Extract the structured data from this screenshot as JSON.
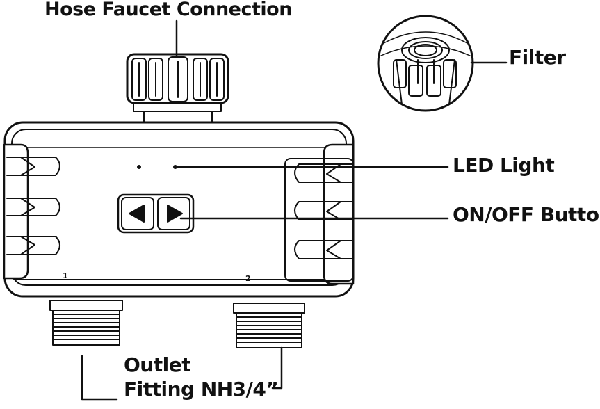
{
  "labels": {
    "hose_faucet_connection": "Hose Faucet Connection",
    "filter": "Filter",
    "led_light": "LED Light",
    "on_off_button": "ON/OFF Button",
    "outlet_line1": "Outlet",
    "outlet_line2": "Fitting NH3/4”"
  },
  "ports": {
    "port1": "1",
    "port2": "2"
  },
  "colors": {
    "line": "#111111",
    "background": "#ffffff"
  }
}
